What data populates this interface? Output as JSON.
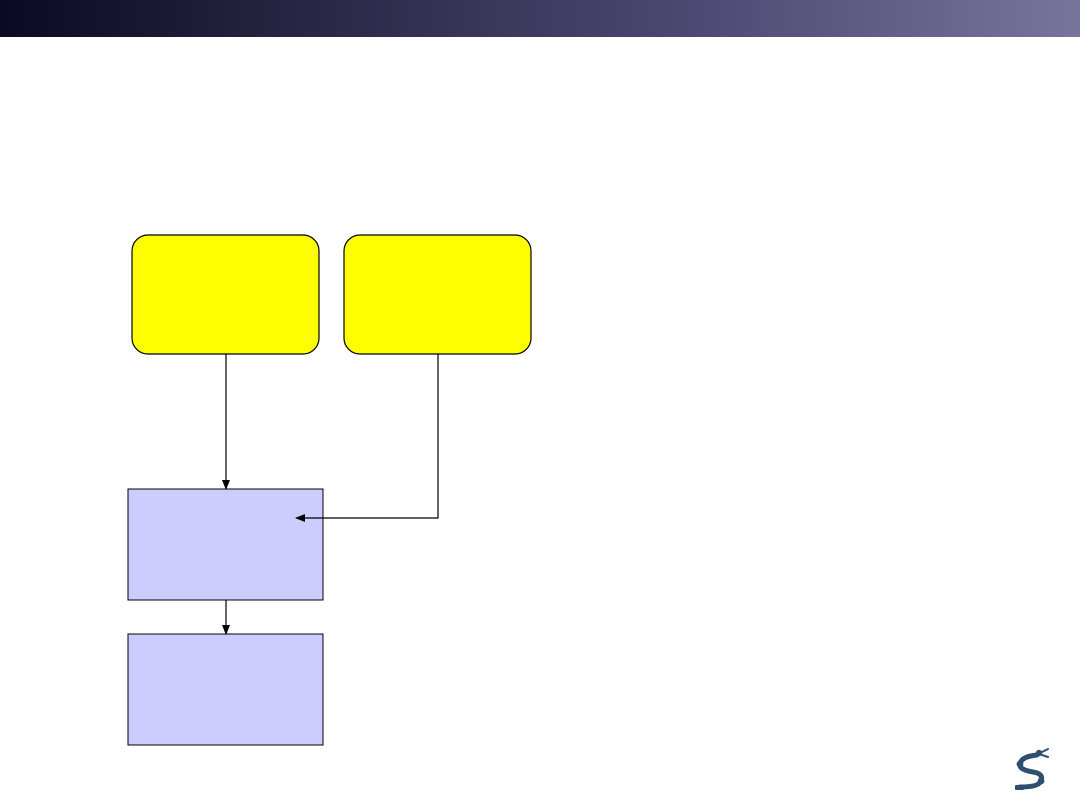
{
  "header": {
    "band_colors": [
      "#0a0a23",
      "#2a2846",
      "#4d4a73",
      "#78759c"
    ]
  },
  "diagram": {
    "nodes": [
      {
        "id": "source-left",
        "label": "",
        "shape": "rounded-rect",
        "fill": "#ffff00"
      },
      {
        "id": "source-right",
        "label": "",
        "shape": "rounded-rect",
        "fill": "#ffff00"
      },
      {
        "id": "middle-process",
        "label": "",
        "shape": "rect",
        "fill": "#ccccff"
      },
      {
        "id": "bottom-output",
        "label": "",
        "shape": "rect",
        "fill": "#ccccff"
      }
    ],
    "edges": [
      {
        "from": "source-left",
        "to": "middle-process"
      },
      {
        "from": "source-right",
        "to": "middle-process"
      },
      {
        "from": "middle-process",
        "to": "bottom-output"
      }
    ]
  },
  "logo": {
    "icon": "robot-arm-s-logo-icon",
    "color": "#2e4f6f"
  }
}
